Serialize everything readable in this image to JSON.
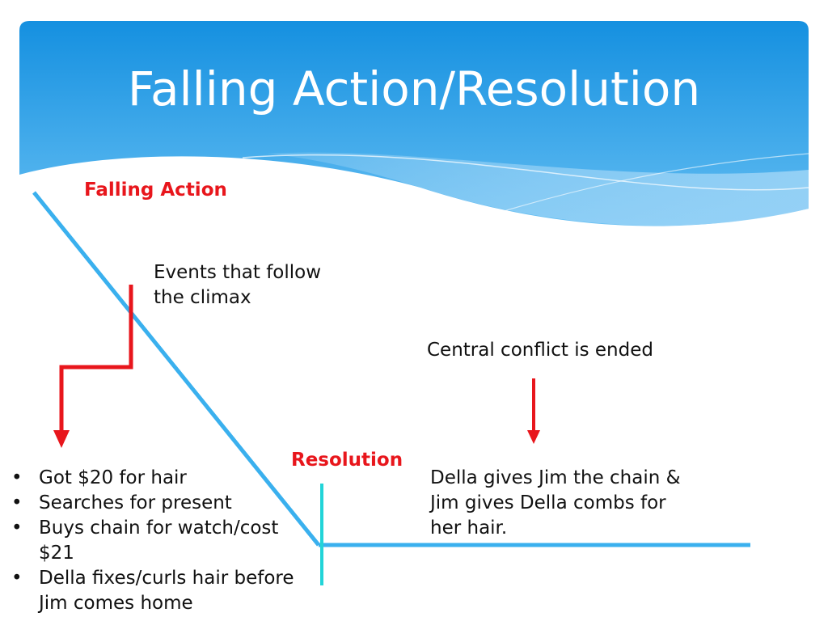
{
  "header": {
    "title": "Falling Action/Resolution"
  },
  "falling_action": {
    "label": "Falling Action",
    "description": "Events that follow the climax",
    "events": [
      "Got $20 for hair",
      "Searches for present",
      "Buys chain for watch/cost $21",
      "Della fixes/curls hair before Jim comes home"
    ]
  },
  "resolution": {
    "label": "Resolution",
    "conflict_note": "Central conflict is ended",
    "outcome": "Della gives Jim the chain & Jim gives Della combs for her hair."
  },
  "colors": {
    "header_top": "#1a8fe0",
    "header_bottom": "#5ab8f0",
    "line_blue": "#3ab0ee",
    "accent_red": "#e8161c",
    "marker_cyan": "#22d4d8"
  }
}
